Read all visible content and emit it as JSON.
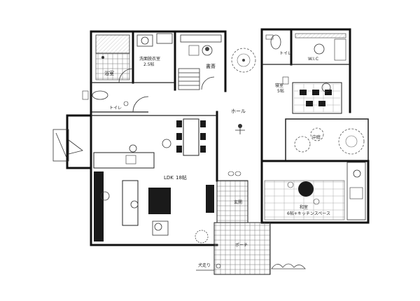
{
  "rooms": {
    "bath": "浴室",
    "washroom": "洗面脱衣室",
    "washroom_size": "2.5帖",
    "study": "書斎",
    "toilet_1": "トイレ",
    "toilet_2": "トイレ",
    "wic": "W.I.C",
    "bedroom": "寝室",
    "bedroom_size": "5帖",
    "hall": "ホール",
    "courtyard": "中庭",
    "ldk": "LDK",
    "ldk_size": "18帖",
    "genkan": "玄関",
    "washitsu": "和室",
    "washitsu_detail": "6帖+キッチンスペース",
    "porch": "ポーチ",
    "approach": "犬走り"
  }
}
